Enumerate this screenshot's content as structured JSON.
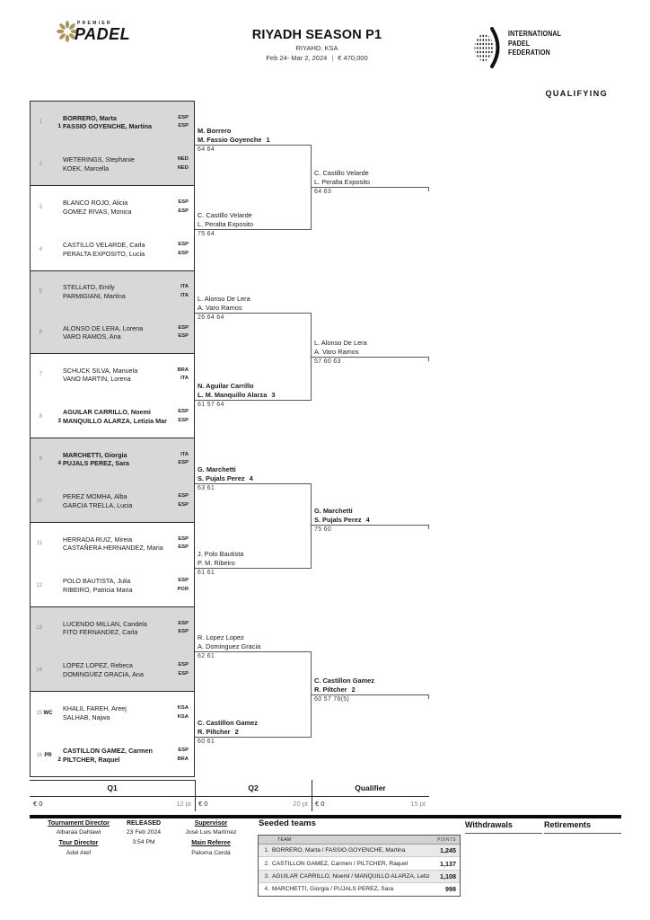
{
  "header": {
    "logo": {
      "premier": "PREMIER",
      "padel": "PADEL"
    },
    "title": "RIYADH SEASON P1",
    "location": "RIYAHD, KSA",
    "dates": "Feb 24- Mar 2, 2024",
    "separator": "|",
    "prize": "€ 470,000",
    "ipf_lines": [
      "INTERNATIONAL",
      "PADEL",
      "FEDERATION"
    ],
    "stage_label": "QUALIFYING"
  },
  "bracket": {
    "teams": [
      {
        "num": "1",
        "badge": "",
        "seed": "1",
        "p1": "BORRERO, Marta",
        "p2": "FASSIO GOYENCHE, Martina",
        "f1": "ESP",
        "f2": "ESP"
      },
      {
        "num": "2",
        "badge": "",
        "seed": "",
        "p1": "WETERINGS, Stephanie",
        "p2": "KOEK, Marcella",
        "f1": "NED",
        "f2": "NED"
      },
      {
        "num": "3",
        "badge": "",
        "seed": "",
        "p1": "BLANCO ROJO, Alicia",
        "p2": "GOMEZ RIVAS, Monica",
        "f1": "ESP",
        "f2": "ESP"
      },
      {
        "num": "4",
        "badge": "",
        "seed": "",
        "p1": "CASTILLO VELARDE, Carla",
        "p2": "PERALTA EXPOSITO, Lucia",
        "f1": "ESP",
        "f2": "ESP"
      },
      {
        "num": "5",
        "badge": "",
        "seed": "",
        "p1": "STELLATO, Emily",
        "p2": "PARMIGIANI, Martina",
        "f1": "ITA",
        "f2": "ITA"
      },
      {
        "num": "6",
        "badge": "",
        "seed": "",
        "p1": "ALONSO DE LERA, Lorena",
        "p2": "VARO RAMOS, Ana",
        "f1": "ESP",
        "f2": "ESP"
      },
      {
        "num": "7",
        "badge": "",
        "seed": "",
        "p1": "SCHUCK SILVA, Manuela",
        "p2": "VANO MARTIN, Lorena",
        "f1": "BRA",
        "f2": "ITA"
      },
      {
        "num": "8",
        "badge": "",
        "seed": "3",
        "p1": "AGUILAR CARRILLO, Noemi",
        "p2": "MANQUILLO ALARZA, Letizia Maria",
        "f1": "ESP",
        "f2": "ESP"
      },
      {
        "num": "9",
        "badge": "",
        "seed": "4",
        "p1": "MARCHETTI, Giorgia",
        "p2": "PUJALS PEREZ, Sara",
        "f1": "ITA",
        "f2": "ESP"
      },
      {
        "num": "10",
        "badge": "",
        "seed": "",
        "p1": "PEREZ MOMHA, Alba",
        "p2": "GARCIA TRELLA, Lucia",
        "f1": "ESP",
        "f2": "ESP"
      },
      {
        "num": "11",
        "badge": "",
        "seed": "",
        "p1": "HERRADA RUIZ, Mireia",
        "p2": "CASTAÑERA HERNANDEZ, Maria",
        "f1": "ESP",
        "f2": "ESP"
      },
      {
        "num": "12",
        "badge": "",
        "seed": "",
        "p1": "POLO BAUTISTA, Julia",
        "p2": "RIBEIRO, Patricia Maria",
        "f1": "ESP",
        "f2": "POR"
      },
      {
        "num": "13",
        "badge": "",
        "seed": "",
        "p1": "LUCENDO MILLAN, Candela",
        "p2": "FITO FERNANDEZ, Carla",
        "f1": "ESP",
        "f2": "ESP"
      },
      {
        "num": "14",
        "badge": "",
        "seed": "",
        "p1": "LOPEZ LOPEZ, Rebeca",
        "p2": "DOMINGUEZ GRACIA, Ana",
        "f1": "ESP",
        "f2": "ESP"
      },
      {
        "num": "15",
        "badge": "WC",
        "seed": "",
        "p1": "KHALIL FAREH, Areej",
        "p2": "SALHAB, Najwa",
        "f1": "KSA",
        "f2": "KSA"
      },
      {
        "num": "16",
        "badge": "PR",
        "seed": "2",
        "p1": "CASTILLON GAMEZ, Carmen",
        "p2": "PILTCHER, Raquel",
        "f1": "ESP",
        "f2": "BRA"
      }
    ],
    "round2": [
      {
        "n1": "M. Borrero",
        "n2": "M. Fassio Goyenche",
        "seed": "1",
        "score": "64 64"
      },
      {
        "n1": "C. Castillo Velarde",
        "n2": "L. Peralta Exposito",
        "seed": "",
        "score": "75 64"
      },
      {
        "n1": "L. Alonso De Lera",
        "n2": "A. Varo Ramos",
        "seed": "",
        "score": "26 64 64"
      },
      {
        "n1": "N. Aguilar Carrillo",
        "n2": "L. M. Manquillo Alarza",
        "seed": "3",
        "score": "61 57 64"
      },
      {
        "n1": "G. Marchetti",
        "n2": "S. Pujals Perez",
        "seed": "4",
        "score": "63 61"
      },
      {
        "n1": "J. Polo Bautista",
        "n2": "P. M. Ribeiro",
        "seed": "",
        "score": "61 61"
      },
      {
        "n1": "R. Lopez Lopez",
        "n2": "A. Dominguez Gracia",
        "seed": "",
        "score": "62 61"
      },
      {
        "n1": "C. Castillon Gamez",
        "n2": "R. Piltcher",
        "seed": "2",
        "score": "60 61"
      }
    ],
    "round3": [
      {
        "n1": "C. Castillo Velarde",
        "n2": "L. Peralta Exposito",
        "seed": "",
        "score": "64 63"
      },
      {
        "n1": "L. Alonso De Lera",
        "n2": "A. Varo Ramos",
        "seed": "",
        "score": "57 60 63"
      },
      {
        "n1": "G. Marchetti",
        "n2": "S. Pujals Perez",
        "seed": "4",
        "score": "75 60"
      },
      {
        "n1": "C. Castillon Gamez",
        "n2": "R. Piltcher",
        "seed": "2",
        "score": "60 57 76(5)"
      }
    ]
  },
  "rounds_footer": {
    "columns": [
      {
        "label": "Q1",
        "prize": "€ 0",
        "points": "12 pt"
      },
      {
        "label": "Q2",
        "prize": "€ 0",
        "points": "20 pt"
      },
      {
        "label": "Qualifier",
        "prize": "€ 0",
        "points": "15 pt"
      }
    ]
  },
  "officials": {
    "tournament_director_label": "Tournament Director",
    "tournament_director": "Albaraa Dahlawi",
    "tour_director_label": "Tour Director",
    "tour_director": "Adel Atef",
    "released_label": "RELEASED",
    "released_date": "23 Feb 2024",
    "released_time": "3:54 PM",
    "supervisor_label": "Supervisor",
    "supervisor": "José Luis Martínez",
    "main_referee_label": "Main Referee",
    "main_referee": "Paloma Cerdá"
  },
  "seeded_teams": {
    "title": "Seeded teams",
    "col_team": "TEAM",
    "col_points": "POINTS",
    "rows": [
      {
        "rank": "1.",
        "team": "BORRERO, Marta / FASSIO GOYENCHE, Martina",
        "points": "1,245"
      },
      {
        "rank": "2.",
        "team": "CASTILLON GAMEZ, Carmen / PILTCHER, Raquel",
        "points": "1,137"
      },
      {
        "rank": "3.",
        "team": "AGUILAR CARRILLO, Noemi / MANQUILLO ALARZA, Letiz...",
        "points": "1,108"
      },
      {
        "rank": "4.",
        "team": "MARCHETTI, Giorgia / PUJALS PEREZ, Sara",
        "points": "998"
      }
    ]
  },
  "withdrawals_label": "Withdrawals",
  "retirements_label": "Retirements",
  "colors": {
    "accent_gold": "#ac9559",
    "shaded_row": "#d8d8d8",
    "line": "#5a5a5a"
  }
}
